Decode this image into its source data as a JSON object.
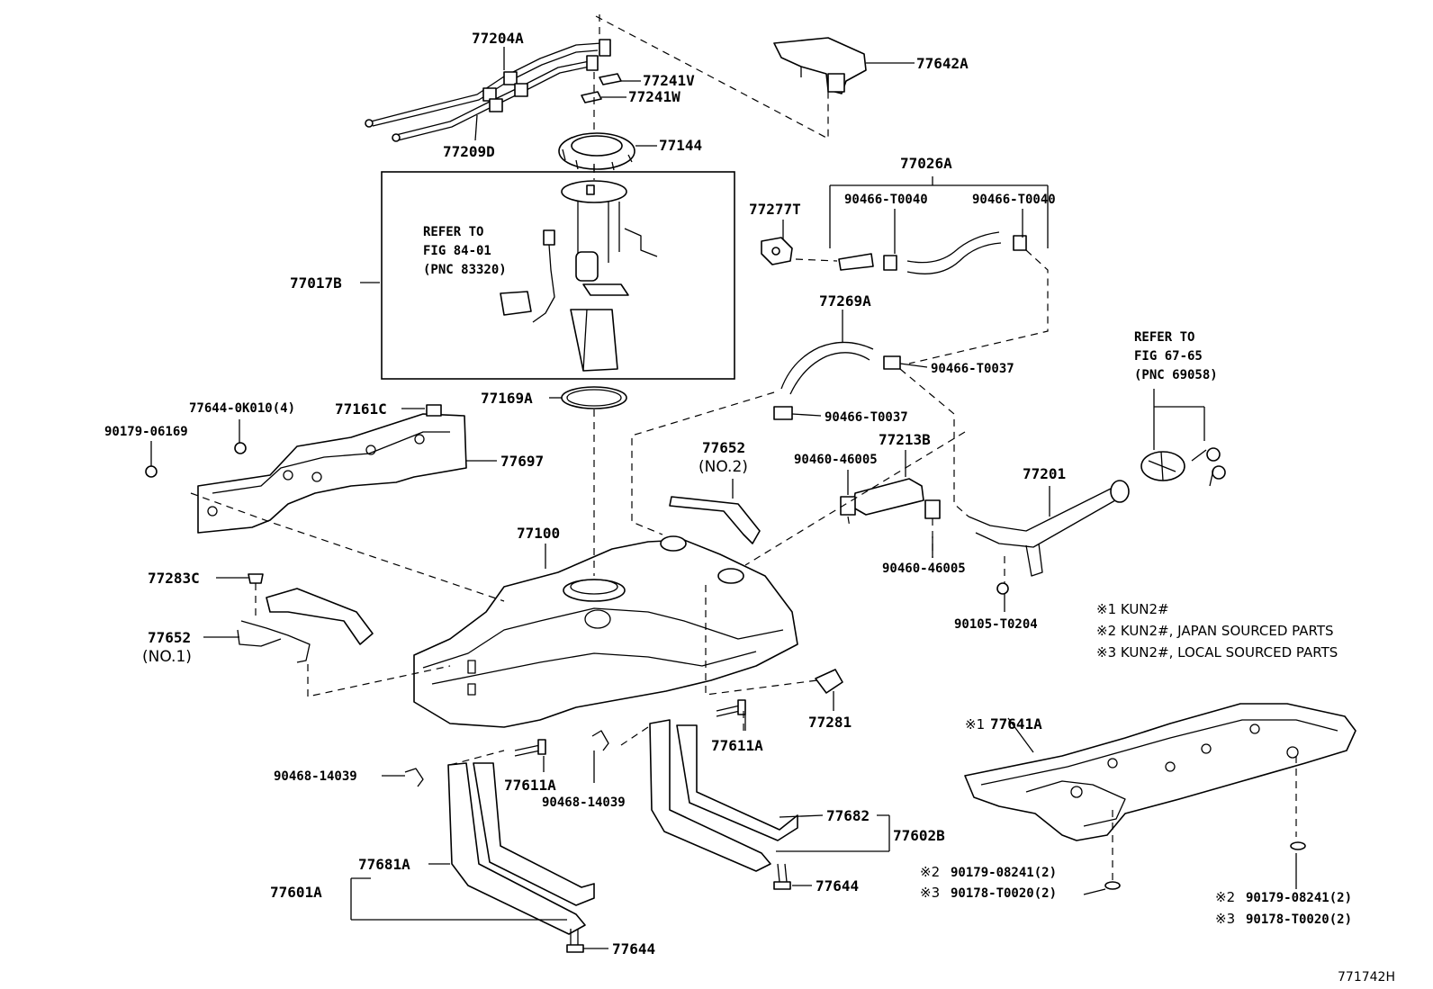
{
  "diagram_id": "771742H",
  "labels": {
    "p77204A": "77204A",
    "p77241V": "77241V",
    "p77241W": "77241W",
    "p77209D": "77209D",
    "p77144": "77144",
    "p77642A": "77642A",
    "p77026A": "77026A",
    "p77277T": "77277T",
    "p90466T0040a": "90466-T0040",
    "p90466T0040b": "90466-T0040",
    "p77017B": "77017B",
    "refer_fig84_1": "REFER TO",
    "refer_fig84_2": "FIG 84-01",
    "refer_fig84_3": "(PNC 83320)",
    "p77269A": "77269A",
    "p90466T0037a": "90466-T0037",
    "p90466T0037b": "90466-T0037",
    "refer_fig67_1": "REFER TO",
    "refer_fig67_2": "FIG 67-65",
    "refer_fig67_3": "(PNC 69058)",
    "p77169A": "77169A",
    "p776440K010": "77644-0K010(4)",
    "p77161C": "77161C",
    "p9017906169": "90179-06169",
    "p77697": "77697",
    "p77652no2": "77652",
    "no2": "(NO.2)",
    "p9046046005a": "90460-46005",
    "p77213B": "77213B",
    "p77201": "77201",
    "p77100": "77100",
    "p9046046005b": "90460-46005",
    "p90105T0204": "90105-T0204",
    "p77283C": "77283C",
    "p77652no1": "77652",
    "no1": "(NO.1)",
    "p77281": "77281",
    "p77641A": "77641A",
    "p77611Aa": "77611A",
    "p77611Ab": "77611A",
    "p9046814039a": "90468-14039",
    "p9046814039b": "90468-14039",
    "p77682": "77682",
    "p77602B": "77602B",
    "p77681A": "77681A",
    "p77601A": "77601A",
    "p77644a": "77644",
    "p77644b": "77644",
    "p9017908241a": "90179-08241(2)",
    "p90178T0020a": "90178-T0020(2)",
    "p9017908241b": "90179-08241(2)",
    "p90178T0020b": "90178-T0020(2)"
  },
  "marks": {
    "m1": "※1",
    "m2": "※2",
    "m3": "※3"
  },
  "notes": {
    "n1": "※1 KUN2#",
    "n2": "※2  KUN2#, JAPAN SOURCED PARTS",
    "n3": "※3  KUN2#, LOCAL SOURCED PARTS"
  }
}
